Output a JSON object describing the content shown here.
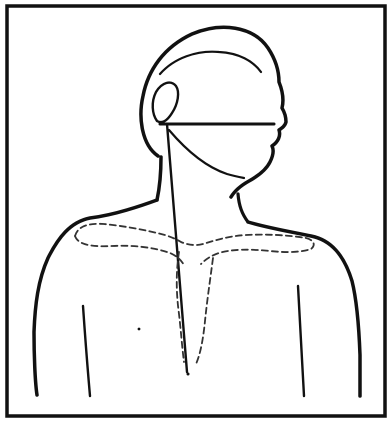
{
  "figure": {
    "subject": "head-and-torso-line-drawing",
    "style": "black-ink-outline-with-dashed-guides",
    "has_text": false
  },
  "colors": {
    "background": "#ffffff",
    "frame": "#111111",
    "ink": "#111111",
    "guide": "#333333"
  },
  "icons": [
    "head-profile-outline",
    "neck-outline",
    "shoulder-outline",
    "chest-outline",
    "measurement-guide"
  ]
}
